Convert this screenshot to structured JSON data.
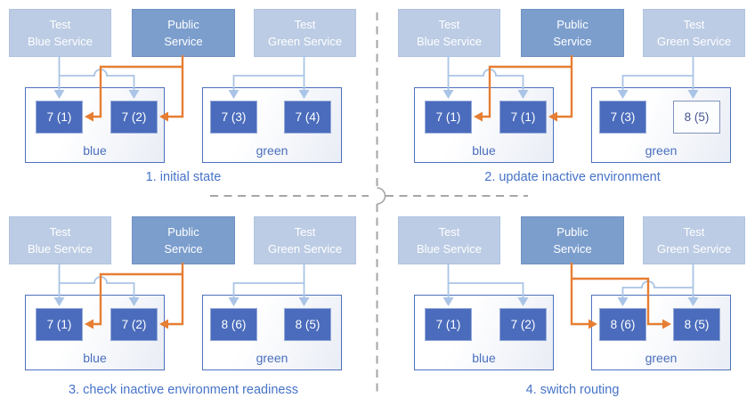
{
  "colors": {
    "service_test_fill": "#bccce4",
    "service_public_fill": "#7c9ecd",
    "pod_fill": "#4b6cbc",
    "pod_border": "#96abd9",
    "pod_pending_border": "#8093bf",
    "pod_pending_text": "#45568e",
    "environment_border": "#4c71bd",
    "environment_label_text": "#4a6fbe",
    "caption_text": "#4673c8",
    "public_route_arrow": "#e67e33",
    "test_route_arrow": "#a9c4e6",
    "divider_dash": "#a6a6a6"
  },
  "panels": [
    {
      "caption": "1. initial state",
      "public_route": "blue",
      "services": [
        {
          "line1": "Test",
          "line2": "Blue Service"
        },
        {
          "line1": "Public",
          "line2": "Service"
        },
        {
          "line1": "Test",
          "line2": "Green Service"
        }
      ],
      "environments": [
        {
          "label": "blue",
          "pods": [
            {
              "label": "7 (1)",
              "state": "running"
            },
            {
              "label": "7 (2)",
              "state": "running"
            }
          ]
        },
        {
          "label": "green",
          "pods": [
            {
              "label": "7 (3)",
              "state": "running"
            },
            {
              "label": "7 (4)",
              "state": "running"
            }
          ]
        }
      ]
    },
    {
      "caption": "2. update inactive environment",
      "public_route": "blue",
      "services": [
        {
          "line1": "Test",
          "line2": "Blue Service"
        },
        {
          "line1": "Public",
          "line2": "Service"
        },
        {
          "line1": "Test",
          "line2": "Green Service"
        }
      ],
      "environments": [
        {
          "label": "blue",
          "pods": [
            {
              "label": "7 (1)",
              "state": "running"
            },
            {
              "label": "7 (1)",
              "state": "running"
            }
          ]
        },
        {
          "label": "green",
          "pods": [
            {
              "label": "7 (3)",
              "state": "running"
            },
            {
              "label": "8 (5)",
              "state": "starting"
            }
          ]
        }
      ]
    },
    {
      "caption": "3. check inactive environment readiness",
      "public_route": "blue",
      "services": [
        {
          "line1": "Test",
          "line2": "Blue Service"
        },
        {
          "line1": "Public",
          "line2": "Service"
        },
        {
          "line1": "Test",
          "line2": "Green Service"
        }
      ],
      "environments": [
        {
          "label": "blue",
          "pods": [
            {
              "label": "7 (1)",
              "state": "running"
            },
            {
              "label": "7 (2)",
              "state": "running"
            }
          ]
        },
        {
          "label": "green",
          "pods": [
            {
              "label": "8 (6)",
              "state": "running"
            },
            {
              "label": "8 (5)",
              "state": "running"
            }
          ]
        }
      ]
    },
    {
      "caption": "4. switch routing",
      "public_route": "green",
      "services": [
        {
          "line1": "Test",
          "line2": "Blue Service"
        },
        {
          "line1": "Public",
          "line2": "Service"
        },
        {
          "line1": "Test",
          "line2": "Green Service"
        }
      ],
      "environments": [
        {
          "label": "blue",
          "pods": [
            {
              "label": "7 (1)",
              "state": "running"
            },
            {
              "label": "7 (2)",
              "state": "running"
            }
          ]
        },
        {
          "label": "green",
          "pods": [
            {
              "label": "8 (6)",
              "state": "running"
            },
            {
              "label": "8 (5)",
              "state": "running"
            }
          ]
        }
      ]
    }
  ]
}
